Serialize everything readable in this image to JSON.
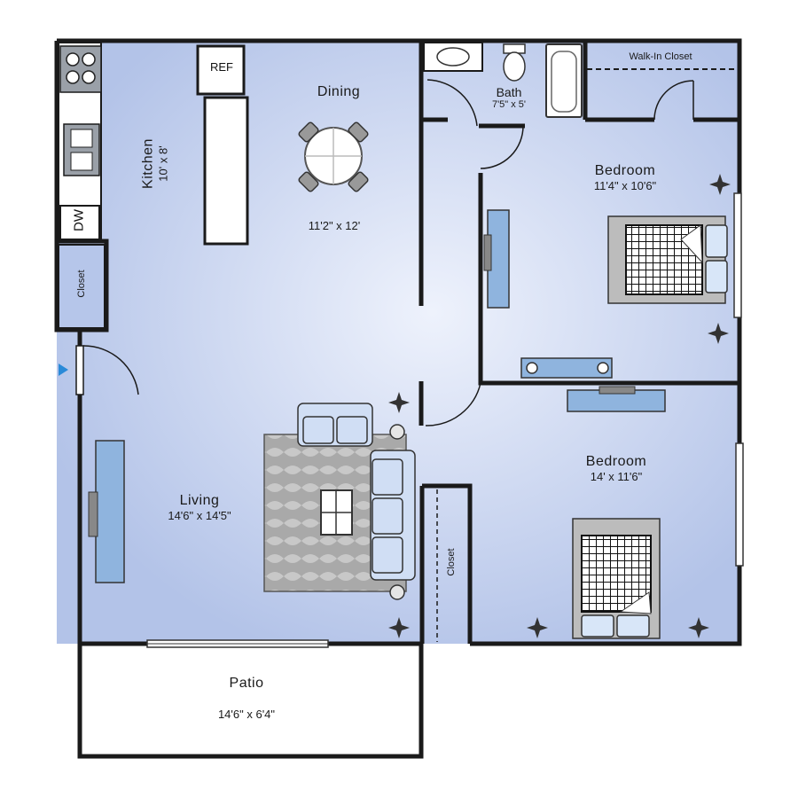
{
  "colors": {
    "floor": "#b6c6ea",
    "floor_light": "#e8eefb",
    "wall": "#1a1a1a",
    "patio": "#ffffff",
    "entry": "#2a8ad8"
  },
  "rooms": {
    "kitchen": {
      "name": "Kitchen",
      "dim": "10' x 8'"
    },
    "dining": {
      "name": "Dining",
      "dim": "11'2\" x 12'"
    },
    "bath": {
      "name": "Bath",
      "dim": "7'5\" x 5'"
    },
    "walkin": {
      "name": "Walk-In Closet"
    },
    "bedroom1": {
      "name": "Bedroom",
      "dim": "11'4\" x 10'6\""
    },
    "bedroom2": {
      "name": "Bedroom",
      "dim": "14' x 11'6\""
    },
    "living": {
      "name": "Living",
      "dim": "14'6\" x 14'5\""
    },
    "patio": {
      "name": "Patio",
      "dim": "14'6\" x 6'4\""
    },
    "closet_kitchen": {
      "name": "Closet"
    },
    "closet_bed2": {
      "name": "Closet"
    }
  },
  "appliances": {
    "ref": "REF",
    "dw": "DW"
  },
  "icons": [
    "stove-icon",
    "sink-icon",
    "toilet-icon",
    "bathtub-icon",
    "bed-icon",
    "sofa-icon",
    "dining-table-icon",
    "plant-icon",
    "tv-icon",
    "entry-arrow-icon"
  ]
}
